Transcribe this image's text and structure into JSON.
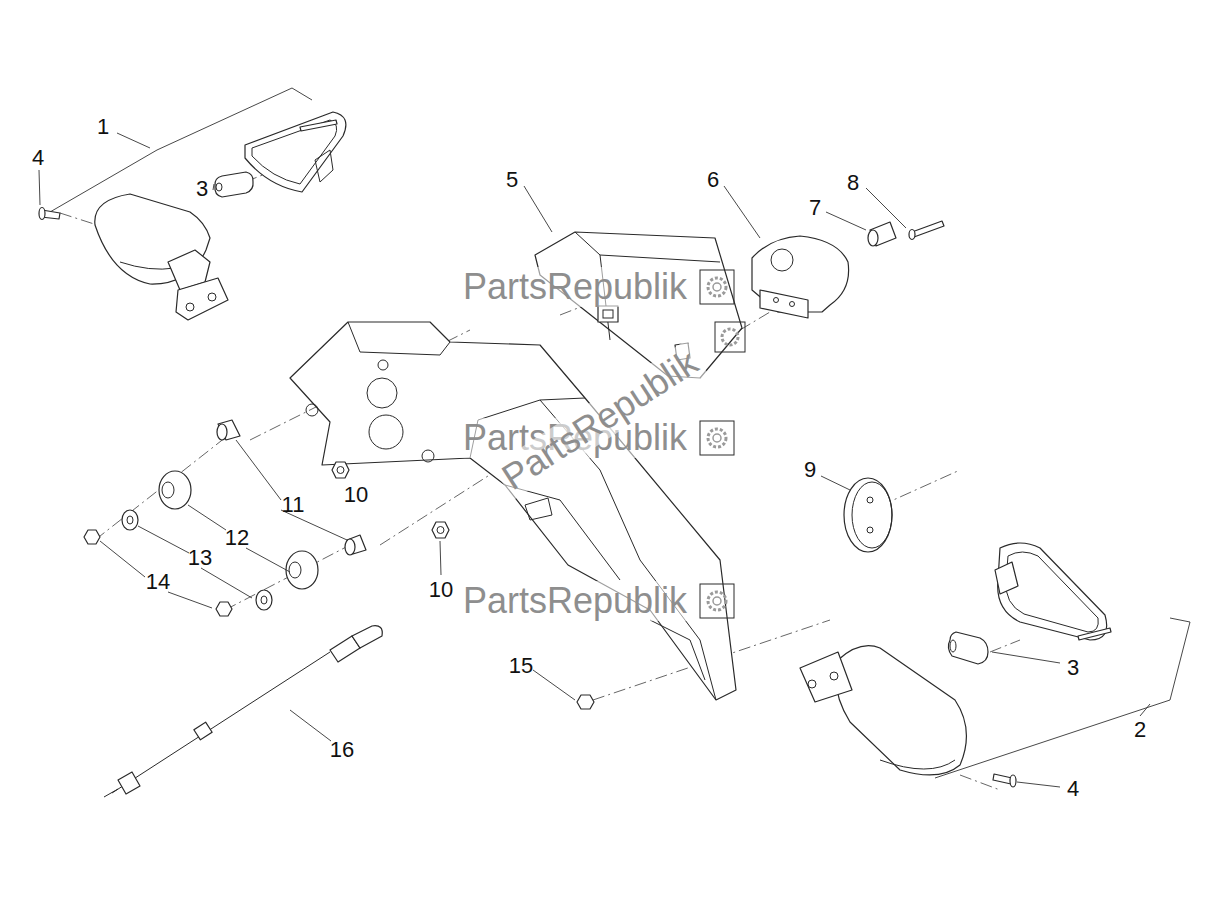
{
  "diagram": {
    "labels": [
      "1",
      "4",
      "3",
      "5",
      "6",
      "8",
      "7",
      "PartsRepublik",
      "PartsRepublik",
      "PartsRepublik",
      "9",
      "10",
      "11",
      "12",
      "13",
      "10",
      "14",
      "PartsRepublik",
      "15",
      "3",
      "2",
      "16",
      "4"
    ]
  }
}
